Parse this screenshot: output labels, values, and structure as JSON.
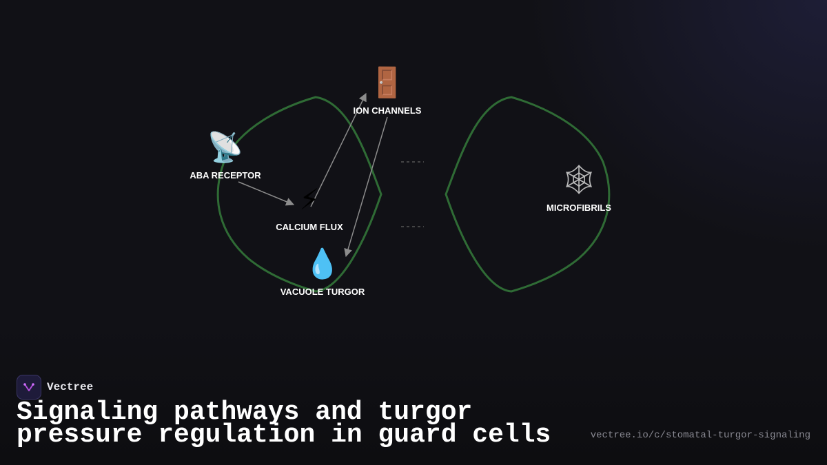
{
  "diagram": {
    "nodes": [
      {
        "id": "aba",
        "label": "ABA RECEPTOR",
        "icon": "satellite-dish-icon",
        "glyph": "📡"
      },
      {
        "id": "ion",
        "label": "ION CHANNELS",
        "icon": "door-icon",
        "glyph": "🚪"
      },
      {
        "id": "calcium",
        "label": "CALCIUM FLUX",
        "icon": "lightning-icon",
        "glyph": "⚡"
      },
      {
        "id": "vacuole",
        "label": "VACUOLE TURGOR",
        "icon": "water-drop-icon",
        "glyph": "💧"
      },
      {
        "id": "micro",
        "label": "MICROFIBRILS",
        "icon": "spider-web-icon",
        "glyph": "🕸"
      }
    ],
    "edges": [
      {
        "from": "aba",
        "to": "calcium"
      },
      {
        "from": "calcium",
        "to": "ion"
      },
      {
        "from": "ion",
        "to": "vacuole"
      }
    ],
    "colors": {
      "cell_outline": "#2f6b35",
      "edge": "#8c8c8c",
      "background": "#111116"
    }
  },
  "brand": {
    "name": "Vectree"
  },
  "title": "Signaling pathways and turgor pressure regulation in guard cells",
  "url": "vectree.io/c/stomatal-turgor-signaling"
}
